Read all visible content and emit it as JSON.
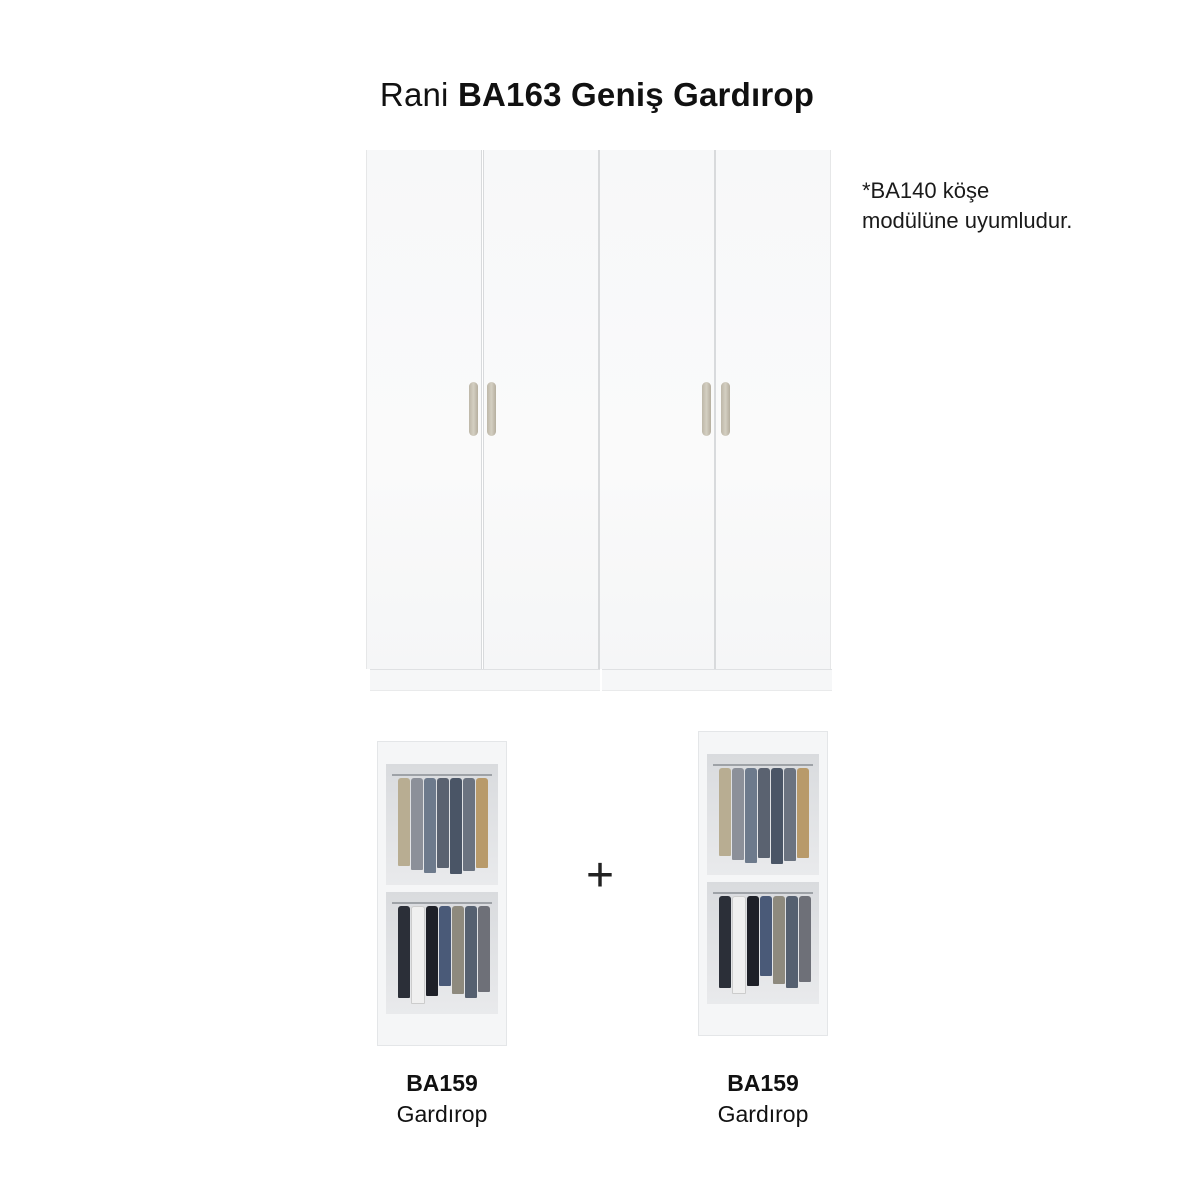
{
  "title": {
    "light": "Rani",
    "bold": "BA163 Geniş Gardırop"
  },
  "note": {
    "line1": "*BA140 köşe",
    "line2": "modülüne uyumludur."
  },
  "plus_symbol": "+",
  "modules": [
    {
      "code": "BA159",
      "name": "Gardırop"
    },
    {
      "code": "BA159",
      "name": "Gardırop"
    }
  ],
  "colors": {
    "background": "#ffffff",
    "wardrobe_white": "#f7f8f9",
    "handle": "#c9c3b5",
    "text": "#111111"
  }
}
